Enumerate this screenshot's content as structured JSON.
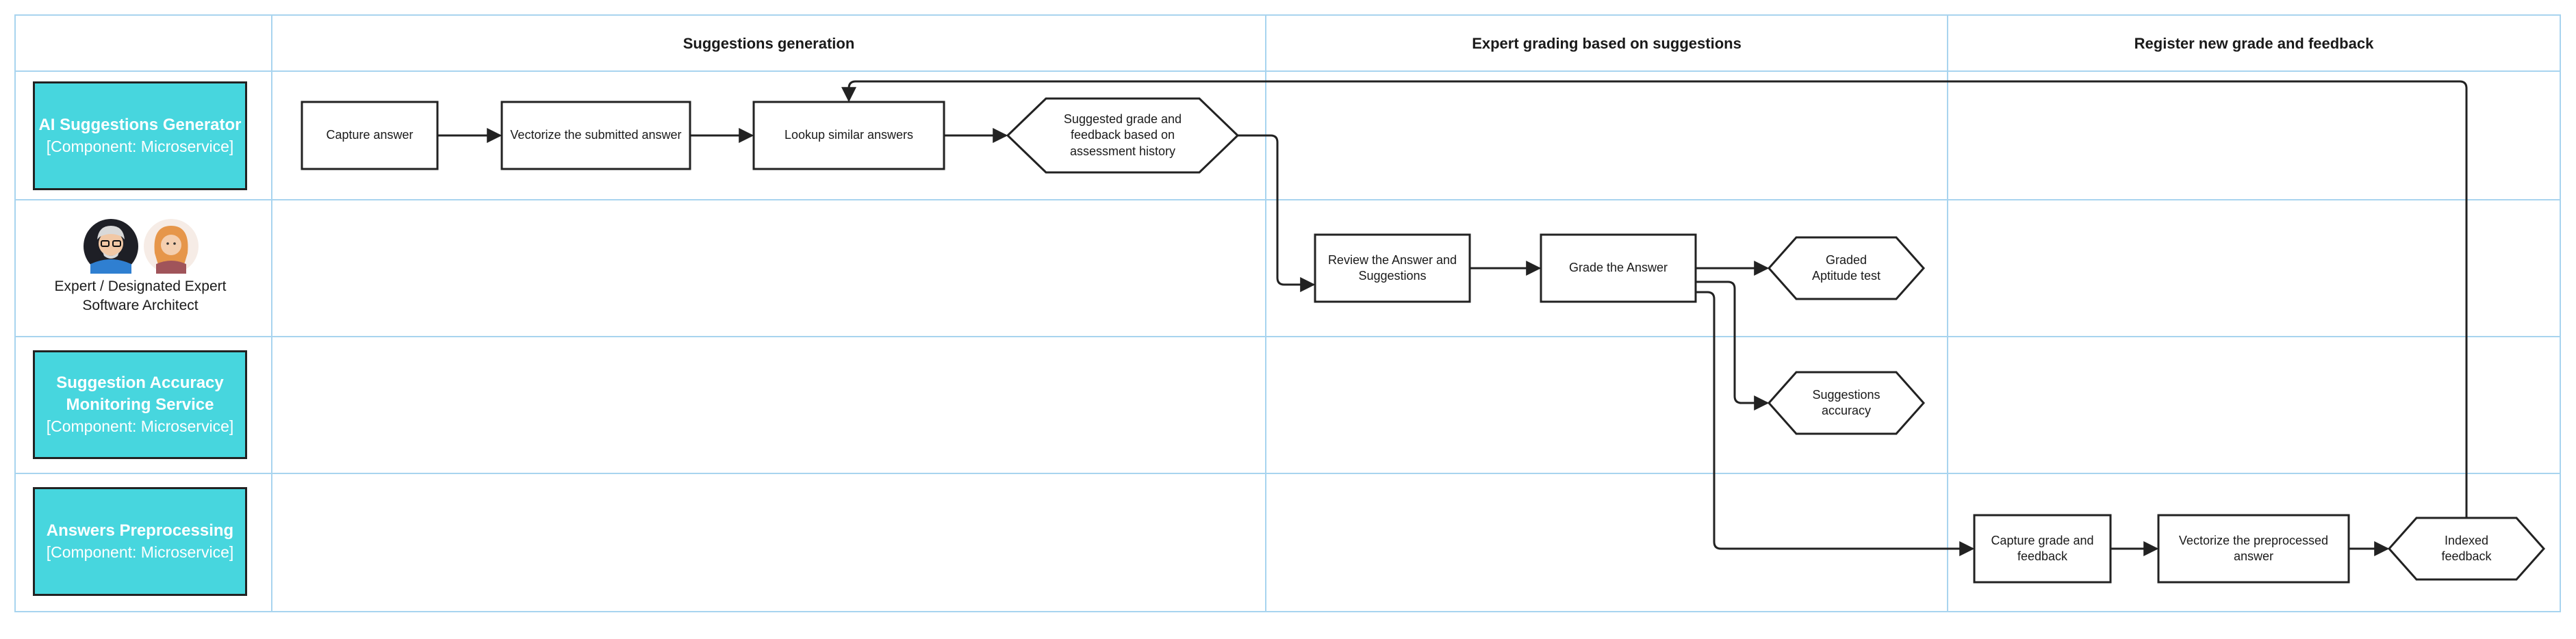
{
  "phases": [
    "Suggestions generation",
    "Expert grading based on suggestions",
    "Register new grade and feedback"
  ],
  "lanes": [
    {
      "title": "AI Suggestions Generator",
      "subtitle": "[Component: Microservice]"
    },
    {
      "actor_lines": [
        "Expert / Designated Expert",
        "Software Architect"
      ],
      "avatars": [
        "expert-avatar",
        "architect-avatar"
      ]
    },
    {
      "title": "Suggestion Accuracy Monitoring Service",
      "subtitle": "[Component: Microservice]"
    },
    {
      "title": "Answers Preprocessing",
      "subtitle": "[Component: Microservice]"
    }
  ],
  "nodes": {
    "capture_answer": "Capture answer",
    "vectorize_submitted": "Vectorize the submitted answer",
    "lookup_similar": "Lookup similar answers",
    "suggested_grade": "Suggested grade and feedback based on assessment history",
    "review_answer": "Review the Answer and Suggestions",
    "grade_answer": "Grade the Answer",
    "graded_test": "Graded Aptitude test",
    "suggestions_accuracy": "Suggestions accuracy",
    "capture_grade": "Capture grade and feedback",
    "vectorize_preprocessed": "Vectorize the preprocessed answer",
    "indexed_feedback": "Indexed feedback"
  },
  "colors": {
    "lane_fill": "#47d6de",
    "grid_line": "#a8d4ef",
    "stroke": "#222222"
  }
}
